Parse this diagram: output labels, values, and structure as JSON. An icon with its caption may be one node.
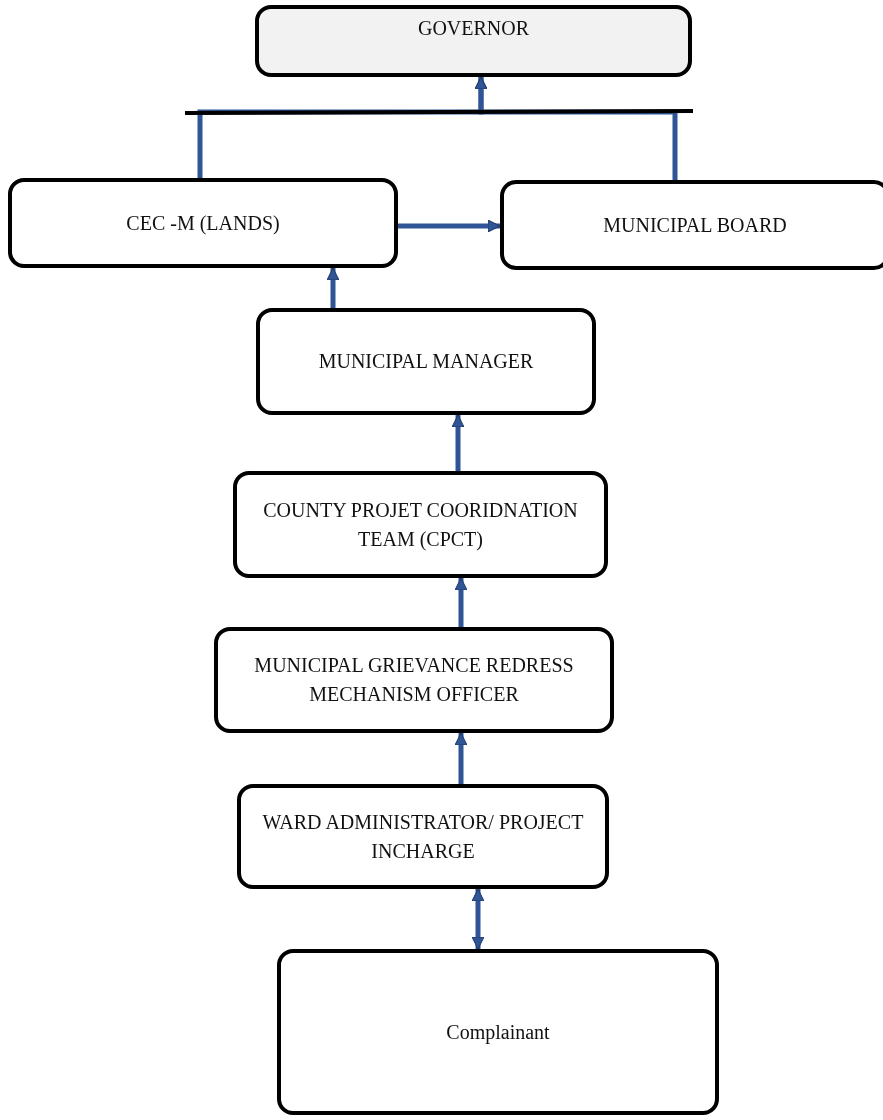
{
  "diagram": {
    "nodes": [
      {
        "text": [
          "GOVERNOR"
        ]
      },
      {
        "text": [
          "CEC -M (LANDS)"
        ]
      },
      {
        "text": [
          "MUNICIPAL BOARD"
        ]
      },
      {
        "text": [
          "MUNICIPAL MANAGER"
        ]
      },
      {
        "text": [
          "COUNTY PROJET COORIDNATION TEAM (CPCT)"
        ]
      },
      {
        "text": [
          "MUNICIPAL GRIEVANCE REDRESS MECHANISM OFFICER"
        ]
      },
      {
        "text": [
          "WARD ADMINISTRATOR/ PROJECT INCHARGE"
        ]
      },
      {
        "text": [
          "Complainant"
        ]
      }
    ],
    "edges": [
      {
        "from": 1,
        "to": 0,
        "arrow": "to"
      },
      {
        "from": 2,
        "to": 0,
        "arrow": "to"
      },
      {
        "from": 1,
        "to": 2,
        "arrow": "to"
      },
      {
        "from": 3,
        "to": 1,
        "arrow": "to"
      },
      {
        "from": 4,
        "to": 3,
        "arrow": "to"
      },
      {
        "from": 5,
        "to": 4,
        "arrow": "to"
      },
      {
        "from": 6,
        "to": 5,
        "arrow": "to"
      },
      {
        "from": 7,
        "to": 6,
        "arrow": "both"
      }
    ]
  }
}
